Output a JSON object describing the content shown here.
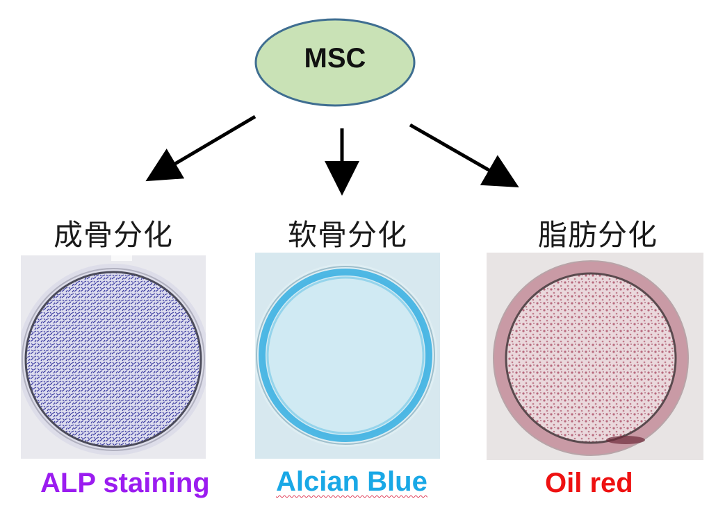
{
  "root": {
    "label": "MSC",
    "fill": "#c9e2b6",
    "stroke": "#3f6e91"
  },
  "branches": [
    {
      "title": "成骨分化",
      "caption": "ALP staining",
      "caption_color": "#9b1cf0",
      "stain_color": "#3a3aa0"
    },
    {
      "title": "软骨分化",
      "caption": "Alcian Blue",
      "caption_color": "#19a8e6",
      "stain_color": "#35aee0"
    },
    {
      "title": "脂肪分化",
      "caption": "Oil red",
      "caption_color": "#ee1111",
      "stain_color": "#b86a7e"
    }
  ]
}
